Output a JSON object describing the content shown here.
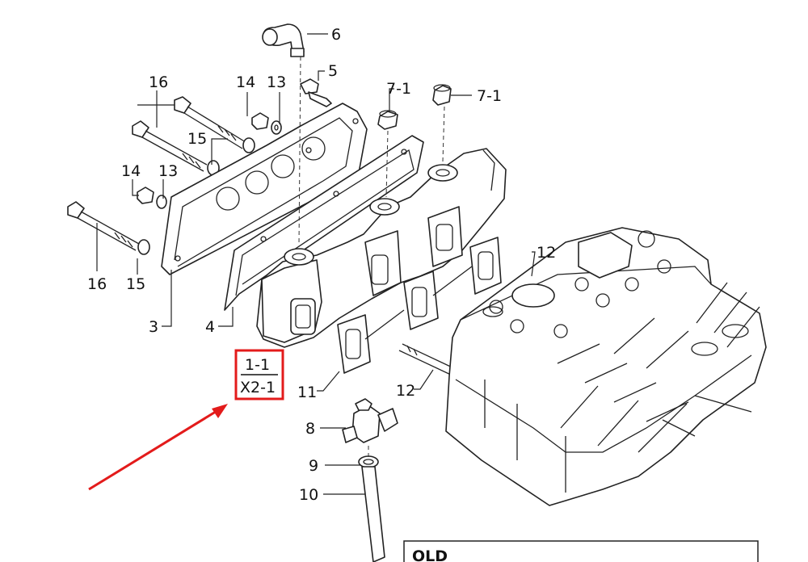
{
  "callouts": {
    "c6": "6",
    "c5": "5",
    "c7a": "7-1",
    "c7b": "7-1",
    "c16a": "16",
    "c14a": "14",
    "c13a": "13",
    "c15a": "15",
    "c14b": "14",
    "c13b": "13",
    "c16b": "16",
    "c15b": "15",
    "c3": "3",
    "c4": "4",
    "c12a": "12",
    "c12b": "12",
    "c11": "11",
    "c8": "8",
    "c9": "9",
    "c10": "10"
  },
  "highlight_box": {
    "line1": "1-1",
    "line2": "X2-1",
    "color": "#e31b1b"
  },
  "arrow": {
    "color": "#e31b1b"
  },
  "info_box": {
    "label": "OLD"
  }
}
